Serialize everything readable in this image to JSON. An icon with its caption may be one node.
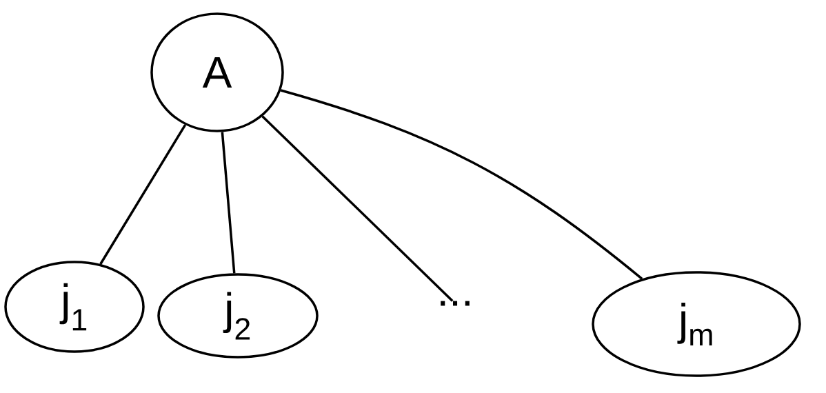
{
  "diagram": {
    "nodes": [
      {
        "text": [
          "A"
        ]
      },
      {
        "text": [
          "j$_{1}$"
        ]
      },
      {
        "text": [
          "j$_{2}$"
        ]
      },
      {
        "text": [
          "..."
        ]
      },
      {
        "text": [
          "j$_{m}$"
        ]
      }
    ],
    "edges": [
      {
        "from": 0,
        "to": 1,
        "arrow": "none"
      },
      {
        "from": 0,
        "to": 2,
        "arrow": "none"
      },
      {
        "from": 0,
        "to": 3,
        "arrow": "none"
      },
      {
        "from": 0,
        "to": 4,
        "arrow": "none"
      }
    ]
  }
}
